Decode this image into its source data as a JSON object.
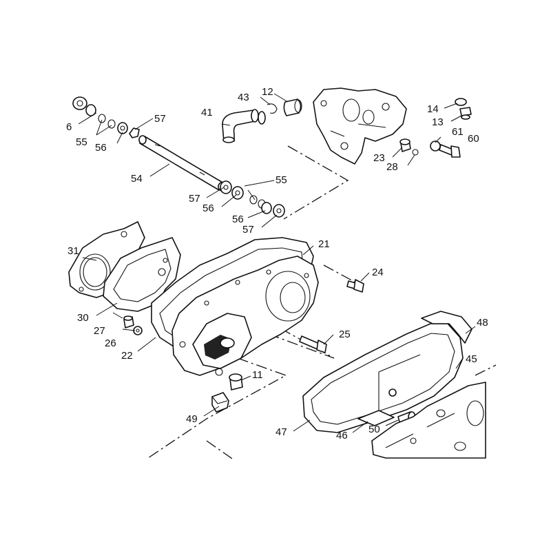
{
  "labels": {
    "p6": "6",
    "p11": "11",
    "p12": "12",
    "p13": "13",
    "p14": "14",
    "p21": "21",
    "p22": "22",
    "p23": "23",
    "p24": "24",
    "p25": "25",
    "p26": "26",
    "p27": "27",
    "p28": "28",
    "p30": "30",
    "p31": "31",
    "p41": "41",
    "p43": "43",
    "p45": "45",
    "p46": "46",
    "p47": "47",
    "p48": "48",
    "p49": "49",
    "p50": "50",
    "p54": "54",
    "p55a": "55",
    "p55b": "55",
    "p56a": "56",
    "p56b": "56",
    "p56c": "56",
    "p57a": "57",
    "p57b": "57",
    "p57c": "57",
    "p60": "60",
    "p61": "61"
  }
}
